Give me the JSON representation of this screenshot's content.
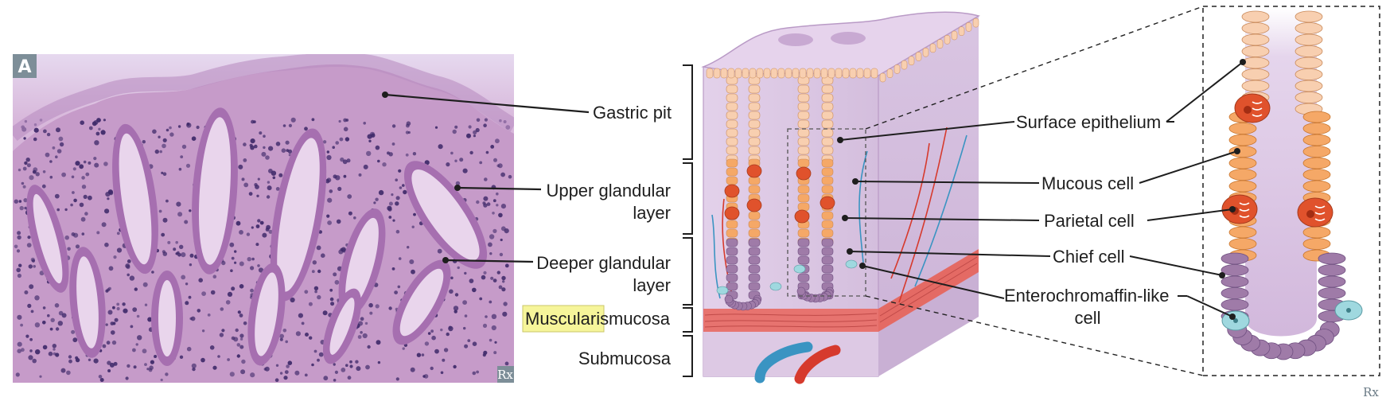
{
  "panel_badge": "A",
  "watermark": "Rx",
  "left_labels": {
    "gastric_pit": "Gastric pit",
    "upper_glandular_1": "Upper glandular",
    "upper_glandular_2": "layer",
    "deeper_glandular_1": "Deeper glandular",
    "deeper_glandular_2": "layer"
  },
  "layer_labels": {
    "muscularis_highlight": "Muscularis",
    "mucosa": "mucosa",
    "submucosa": "Submucosa"
  },
  "cell_labels": {
    "surface_epithelium": "Surface epithelium",
    "mucous_cell": "Mucous cell",
    "parietal_cell": "Parietal cell",
    "chief_cell": "Chief cell",
    "ecl_1": "Enterochromaffin-like",
    "ecl_2": "cell"
  },
  "colors": {
    "histology_bg": "#c9a3cf",
    "nuclei": "#3f2a6a",
    "mucosa_block": "#dcc7e3",
    "surface_cell": "#f8cfb0",
    "mucous_cell": "#f5a867",
    "parietal_cell": "#e0522c",
    "chief_cell": "#9f7ba8",
    "ecl_cell": "#9fd8df",
    "muscle": "#e7736f",
    "artery": "#d63a2d",
    "vein": "#3a94c2",
    "highlight": "#f6f59a"
  }
}
